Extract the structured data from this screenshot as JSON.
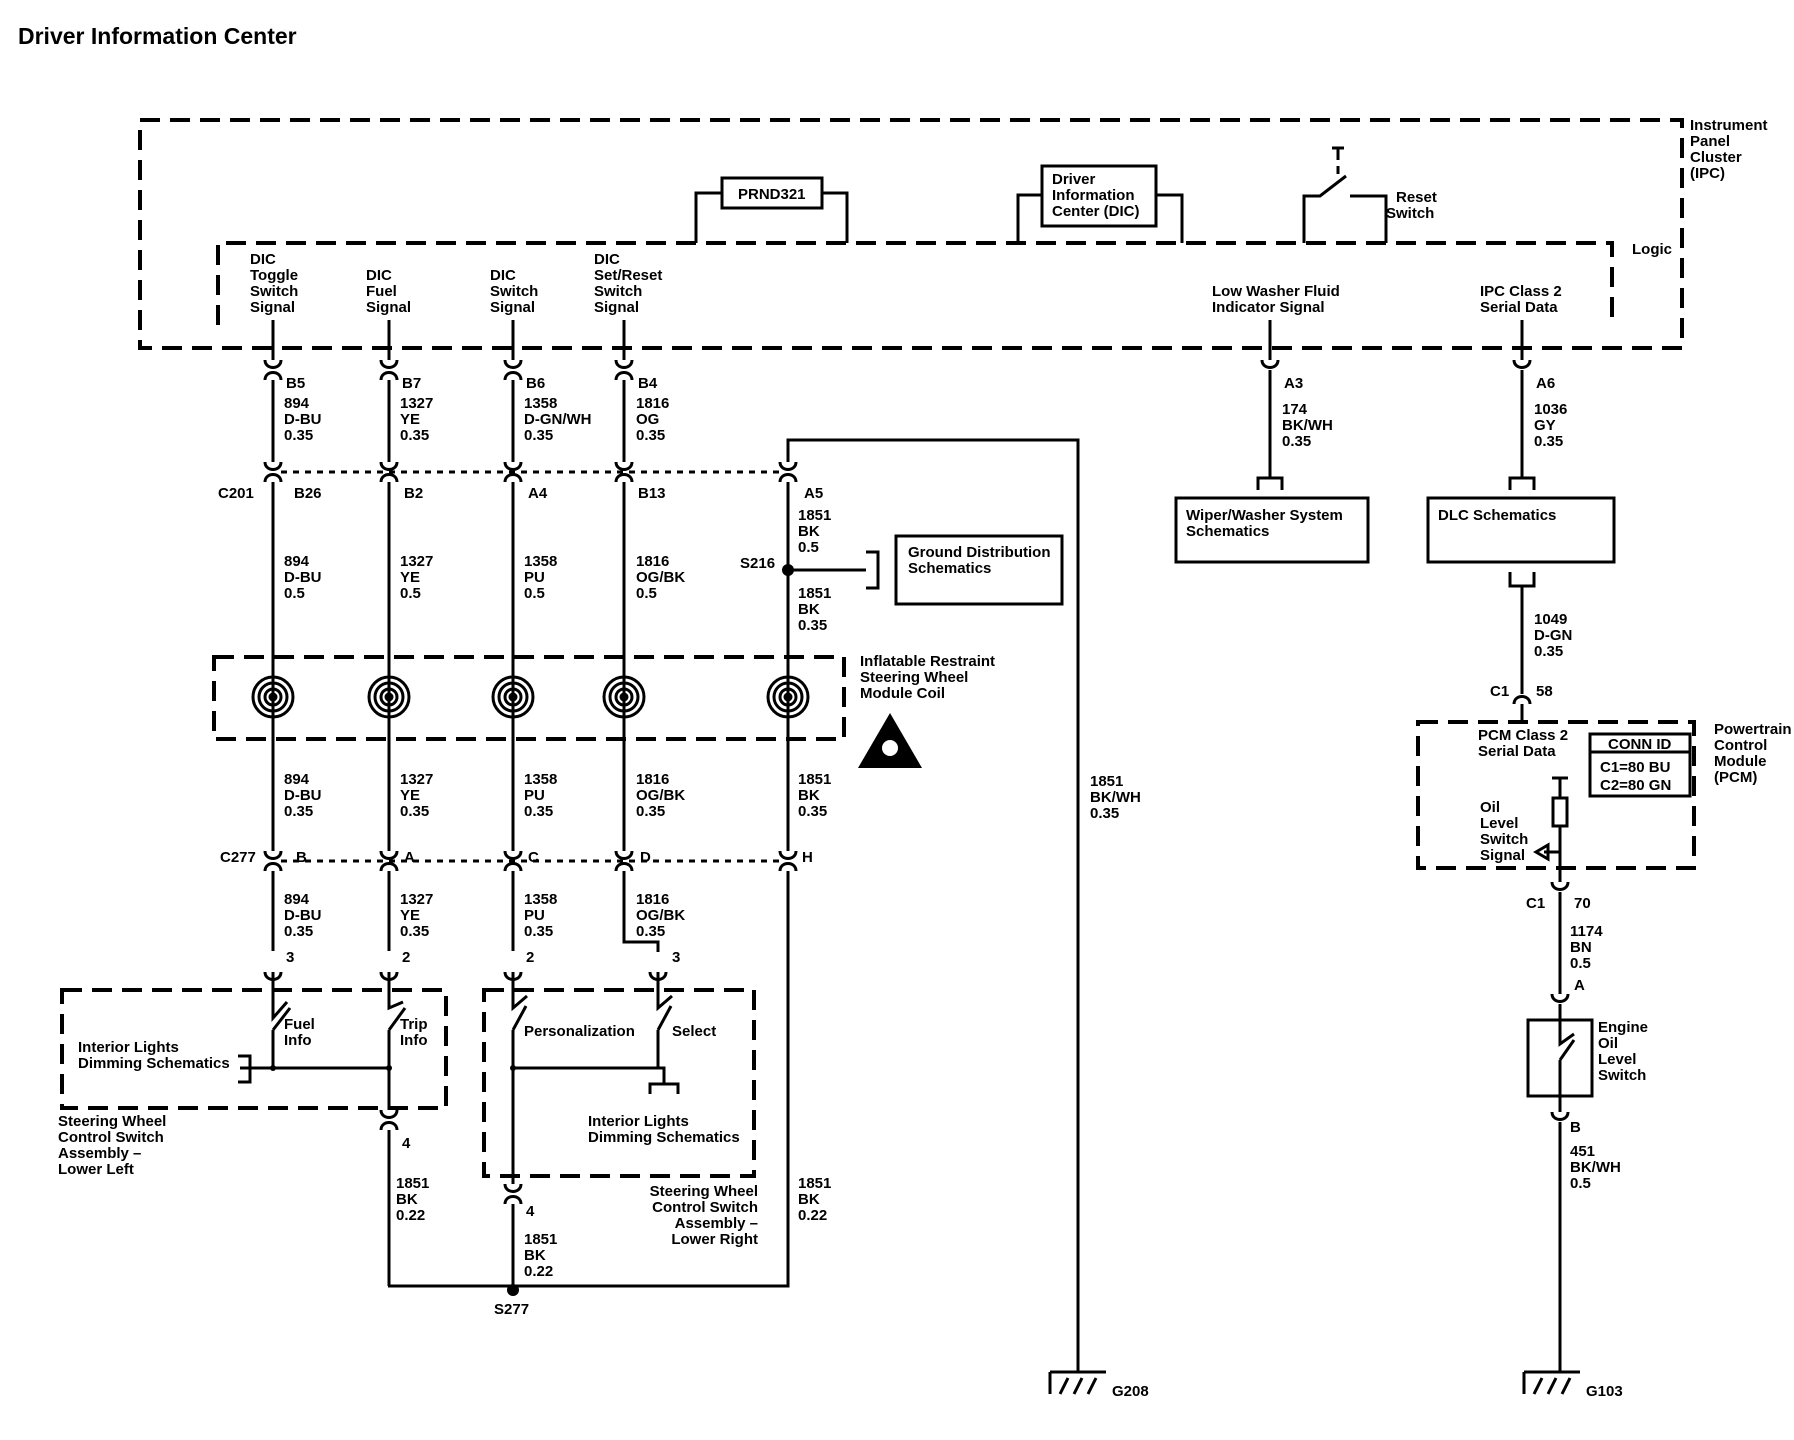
{
  "title": "Driver Information Center",
  "ipc": {
    "name": [
      "Instrument",
      "Panel",
      "Cluster",
      "(IPC)"
    ],
    "logic": "Logic",
    "prnd": "PRND321",
    "dic": [
      "Driver",
      "Information",
      "Center (DIC)"
    ],
    "reset": [
      "Reset",
      "Switch"
    ],
    "signals": {
      "toggle": [
        "DIC",
        "Toggle",
        "Switch",
        "Signal"
      ],
      "fuel": [
        "DIC",
        "Fuel",
        "Signal"
      ],
      "switch": [
        "DIC",
        "Switch",
        "Signal"
      ],
      "setreset": [
        "DIC",
        "Set/Reset",
        "Switch",
        "Signal"
      ],
      "washer": [
        "Low Washer Fluid",
        "Indicator Signal"
      ],
      "serial": [
        "IPC Class 2",
        "Serial Data"
      ]
    }
  },
  "pins": {
    "b5": "B5",
    "b7": "B7",
    "b6": "B6",
    "b4": "B4",
    "a3": "A3",
    "a6": "A6",
    "b26": "B26",
    "b2": "B2",
    "a4": "A4",
    "b13": "B13",
    "a5": "A5",
    "c277b": "B",
    "c277a": "A",
    "c277c": "C",
    "c277d": "D",
    "c277h": "H",
    "sw3a": "3",
    "sw2a": "2",
    "sw2b": "2",
    "sw3b": "3",
    "sw4a": "4",
    "sw4b": "4",
    "pcm58": "58",
    "pcm70": "70",
    "oilA": "A",
    "oilB": "B"
  },
  "connectors": {
    "c201": "C201",
    "c277": "C277",
    "c1a": "C1",
    "c1b": "C1"
  },
  "splices": {
    "s216": "S216",
    "s277": "S277"
  },
  "grounds": {
    "g208": "G208",
    "g103": "G103"
  },
  "wires": {
    "w1a": [
      "894",
      "D-BU",
      "0.35"
    ],
    "w2a": [
      "1327",
      "YE",
      "0.35"
    ],
    "w3a": [
      "1358",
      "D-GN/WH",
      "0.35"
    ],
    "w4a": [
      "1816",
      "OG",
      "0.35"
    ],
    "w1b": [
      "894",
      "D-BU",
      "0.5"
    ],
    "w2b": [
      "1327",
      "YE",
      "0.5"
    ],
    "w3b": [
      "1358",
      "PU",
      "0.5"
    ],
    "w4b": [
      "1816",
      "OG/BK",
      "0.5"
    ],
    "w5a": [
      "1851",
      "BK",
      "0.5"
    ],
    "w5b": [
      "1851",
      "BK",
      "0.35"
    ],
    "w1c": [
      "894",
      "D-BU",
      "0.35"
    ],
    "w2c": [
      "1327",
      "YE",
      "0.35"
    ],
    "w3c": [
      "1358",
      "PU",
      "0.35"
    ],
    "w4c": [
      "1816",
      "OG/BK",
      "0.35"
    ],
    "w5c": [
      "1851",
      "BK",
      "0.35"
    ],
    "w1d": [
      "894",
      "D-BU",
      "0.35"
    ],
    "w2d": [
      "1327",
      "YE",
      "0.35"
    ],
    "w3d": [
      "1358",
      "PU",
      "0.35"
    ],
    "w4d": [
      "1816",
      "OG/BK",
      "0.35"
    ],
    "wLL": [
      "1851",
      "BK",
      "0.22"
    ],
    "wLR": [
      "1851",
      "BK",
      "0.22"
    ],
    "wH": [
      "1851",
      "BK",
      "0.22"
    ],
    "wG": [
      "1851",
      "BK/WH",
      "0.35"
    ],
    "wWash": [
      "174",
      "BK/WH",
      "0.35"
    ],
    "wSer": [
      "1036",
      "GY",
      "0.35"
    ],
    "wDlc": [
      "1049",
      "D-GN",
      "0.35"
    ],
    "wOil": [
      "1174",
      "BN",
      "0.5"
    ],
    "wOilG": [
      "451",
      "BK/WH",
      "0.5"
    ]
  },
  "boxes": {
    "ground": [
      "Ground Distribution",
      "Schematics"
    ],
    "wiper": [
      "Wiper/Washer System",
      "Schematics"
    ],
    "dlc": "DLC Schematics"
  },
  "coil": [
    "Inflatable Restraint",
    "Steering Wheel",
    "Module Coil"
  ],
  "left_switch": {
    "fuel": [
      "Fuel",
      "Info"
    ],
    "trip": [
      "Trip",
      "Info"
    ],
    "dimming": [
      "Interior Lights",
      "Dimming Schematics"
    ],
    "name": [
      "Steering Wheel",
      "Control Switch",
      "Assembly –",
      "Lower Left"
    ]
  },
  "right_switch": {
    "personalization": "Personalization",
    "select": "Select",
    "dimming": [
      "Interior Lights",
      "Dimming Schematics"
    ],
    "name": [
      "Steering Wheel",
      "Control Switch",
      "Assembly –",
      "Lower Right"
    ]
  },
  "pcm": {
    "serial": [
      "PCM Class 2",
      "Serial Data"
    ],
    "conn_id": "CONN ID",
    "conn1": "C1=80 BU",
    "conn2": "C2=80 GN",
    "oil": [
      "Oil",
      "Level",
      "Switch",
      "Signal"
    ],
    "name": [
      "Powertrain",
      "Control",
      "Module",
      "(PCM)"
    ]
  },
  "oil_switch": [
    "Engine",
    "Oil",
    "Level",
    "Switch"
  ]
}
